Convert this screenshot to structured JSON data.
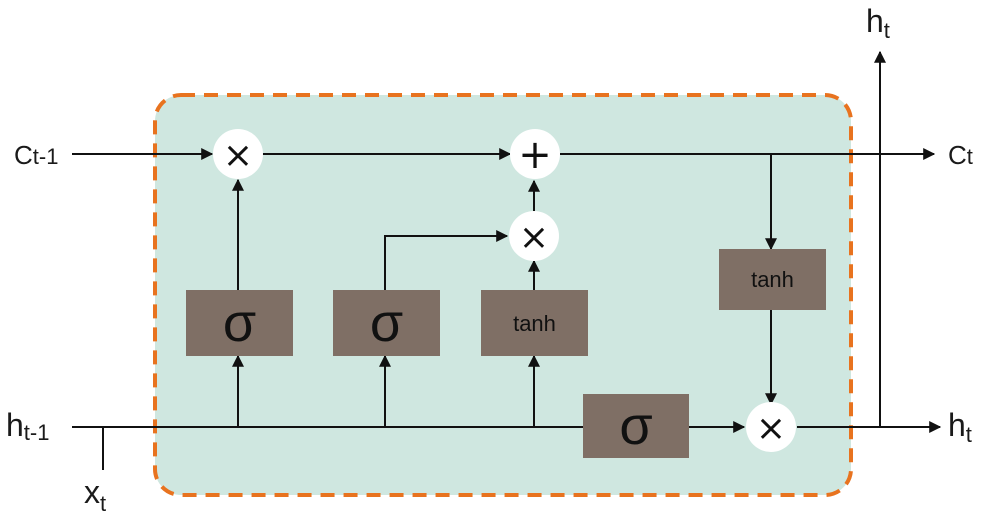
{
  "colors": {
    "cell_fill": "#cfe7e0",
    "cell_border": "#e8731f",
    "gate_fill": "#7f6f65",
    "line": "#111111",
    "op_fill": "#ffffff"
  },
  "labels": {
    "c_prev": {
      "base": "C",
      "sub": "t-1"
    },
    "c_next": {
      "base": "C",
      "sub": "t"
    },
    "h_prev": {
      "base": "h",
      "sub": "t-1"
    },
    "h_out_right": {
      "base": "h",
      "sub": "t"
    },
    "h_out_top": {
      "base": "h",
      "sub": "t"
    },
    "x_in": {
      "base": "x",
      "sub": "t"
    }
  },
  "gates": {
    "forget_sigma": "σ",
    "input_sigma": "σ",
    "candidate_tanh": "tanh",
    "output_sigma": "σ",
    "cell_tanh": "tanh"
  },
  "operators": {
    "forget_multiply": "×",
    "cell_add": "+",
    "input_multiply": "×",
    "output_multiply": "×"
  }
}
